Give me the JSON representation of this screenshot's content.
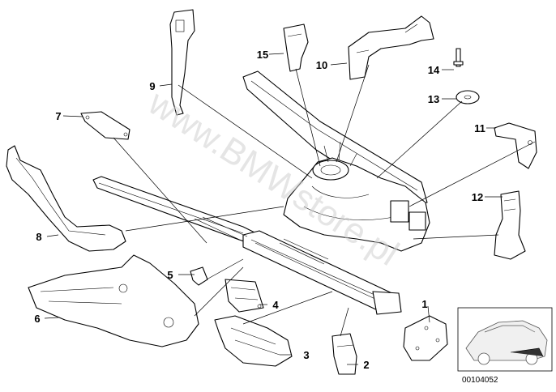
{
  "watermark": "www.BMWstore.pl",
  "reference_number": "00104052",
  "callouts": [
    "1",
    "2",
    "3",
    "4",
    "5",
    "6",
    "7",
    "8",
    "9",
    "10",
    "11",
    "12",
    "13",
    "14",
    "15"
  ]
}
